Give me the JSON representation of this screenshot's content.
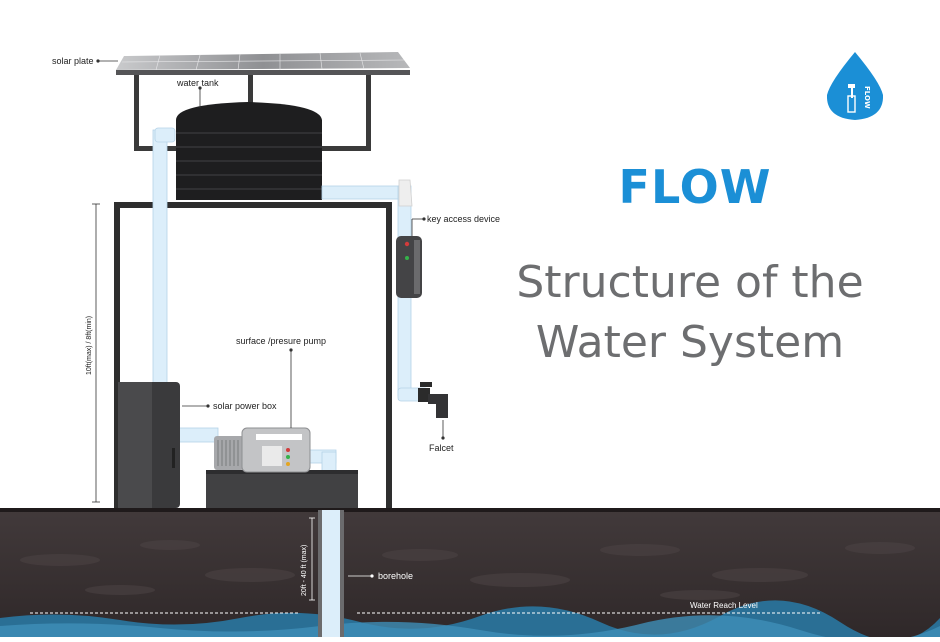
{
  "brand": {
    "name": "FLOW",
    "logo_text": "FLOW",
    "color": "#1b8fd6"
  },
  "title": {
    "line1": "Structure of the",
    "line2": "Water System"
  },
  "labels": {
    "solar_plate": "solar plate",
    "water_tank": "water tank",
    "key_access_device": "key access device",
    "pump": "surface /presure pump",
    "solar_power_box": "solar power box",
    "faucet": "Falcet",
    "borehole": "borehole",
    "water_reach_level": "Water Reach Level",
    "height_dimension": "10ft(max) / 8ft(min)",
    "depth_dimension": "20ft - 40 ft (max)"
  },
  "colors": {
    "pipe": "#dceefa",
    "ground": "#3a3233",
    "frame": "#2e2e2e",
    "water": "#2a6f95"
  }
}
